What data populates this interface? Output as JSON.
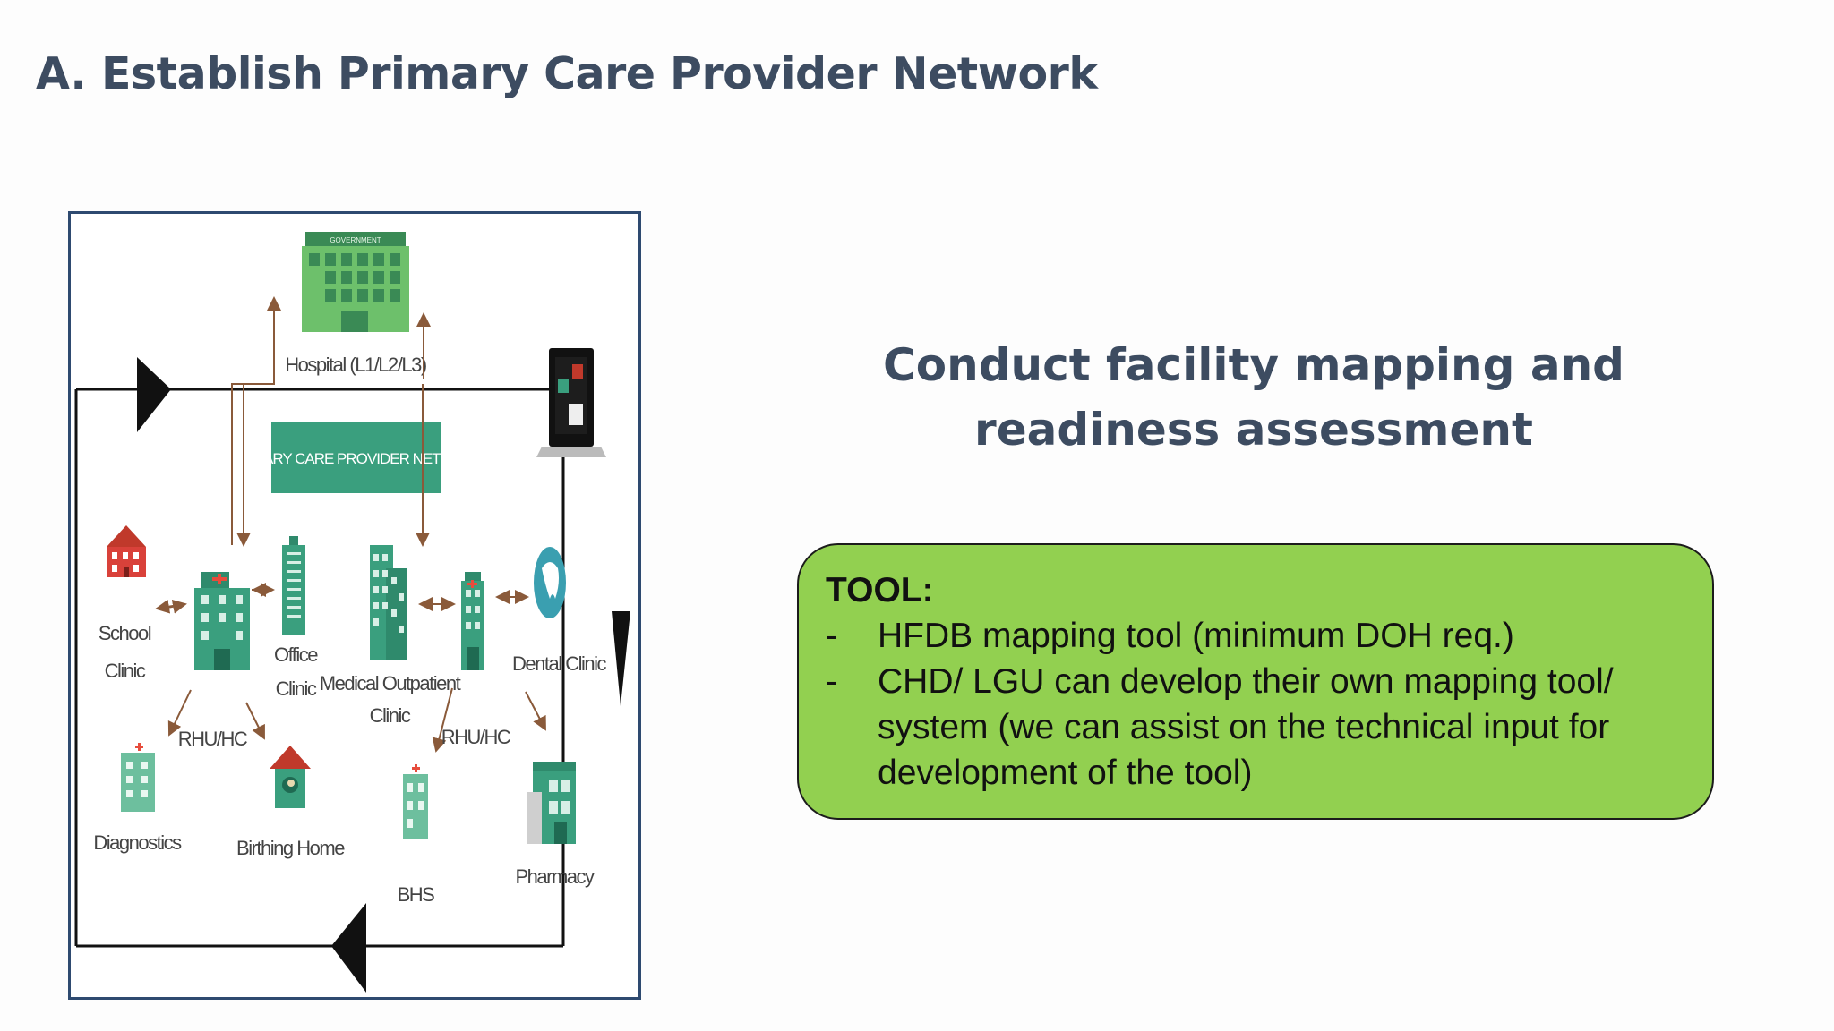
{
  "slide": {
    "title": "A. Establish Primary Care Provider Network",
    "subtitle": "Conduct facility mapping and readiness assessment"
  },
  "figure": {
    "hospital_label": "Hospital (L1/L2/L3)",
    "network_banner": "PRIMARY CARE PROVIDER NETWORK",
    "government_sign": "GOVERNMENT",
    "nodes": {
      "school_clinic": [
        "School",
        "Clinic"
      ],
      "office_clinic": [
        "Office",
        "Clinic"
      ],
      "medical_outpatient": [
        "Medical Outpatient",
        "Clinic"
      ],
      "dental_clinic": "Dental Clinic",
      "rhu_left": "RHU/HC",
      "rhu_right": "RHU/HC",
      "diagnostics": "Diagnostics",
      "birthing_home": "Birthing Home",
      "bhs": "BHS",
      "pharmacy": "Pharmacy"
    },
    "colors": {
      "building": "#3a9f7e",
      "hospital": "#6dc06b",
      "banner": "#3a9f7e",
      "arrow": "#8a5a3a"
    }
  },
  "tool": {
    "heading": "TOOL:",
    "items": [
      {
        "bullet": "-",
        "text": "HFDB mapping tool (minimum DOH req.)"
      },
      {
        "bullet": "-",
        "text": "CHD/ LGU can develop their own mapping tool/ system (we can assist on the technical input for development of the tool)"
      }
    ],
    "box_color": "#92d050"
  }
}
